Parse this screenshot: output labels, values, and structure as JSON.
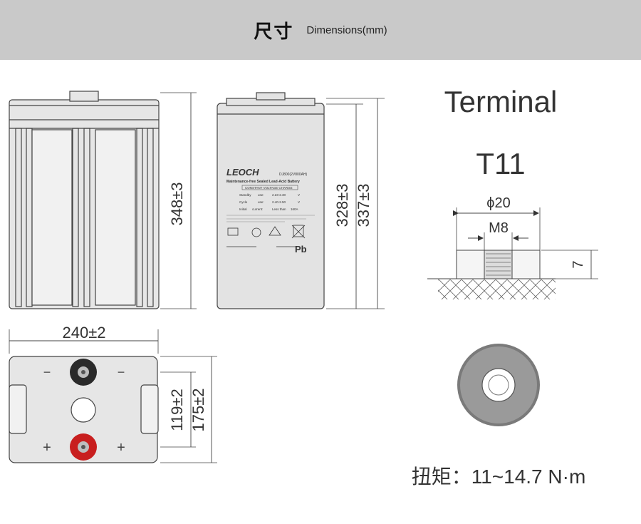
{
  "header": {
    "title_zh": "尺寸",
    "title_en": "Dimensions(mm)"
  },
  "front_view": {
    "height_label": "348±3"
  },
  "side_view": {
    "height_label_1": "328±3",
    "height_label_2": "337±3",
    "label": {
      "brand": "LEOCH",
      "model": "DJ800(2V800AH)",
      "subtitle": "Maintenance-free Sealed Lead-Acid Battery",
      "const_voltage": "CONSTANT VOLTAGE CHARGE",
      "rows": [
        [
          "Standby",
          "use:",
          "2.23-2.30",
          "V"
        ],
        [
          "Cycle",
          "use:",
          "2.40-2.50",
          "V"
        ],
        [
          "Initial",
          "current:",
          "Less than",
          "160A"
        ]
      ],
      "pb": "Pb"
    }
  },
  "top_view": {
    "width_label": "240±2",
    "depth_label_1": "119±2",
    "depth_label_2": "175±2",
    "neg_sign": "−",
    "pos_sign": "+",
    "colors": {
      "negative_terminal": "#2a2a2a",
      "positive_terminal": "#c81e1e"
    }
  },
  "terminal": {
    "title": "Terminal",
    "type": "T11",
    "outer_dia": "ϕ20",
    "thread": "M8",
    "height": "7",
    "torque": "扭矩：11~14.7 N·m"
  }
}
